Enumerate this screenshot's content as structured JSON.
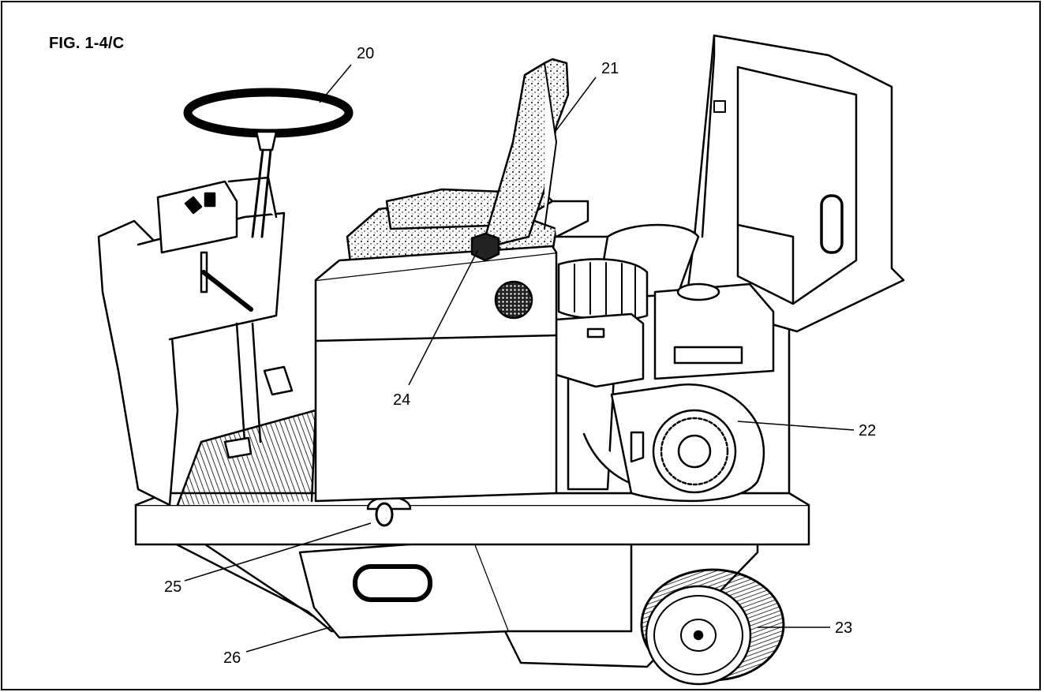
{
  "figure": {
    "title": "FIG. 1-4/C",
    "callouts": [
      "20",
      "21",
      "22",
      "23",
      "24",
      "25",
      "26"
    ]
  },
  "colors": {
    "ink": "#000000",
    "paper": "#ffffff",
    "stipple": "#555555"
  },
  "parts": {
    "steering_wheel": "20",
    "seat": "21",
    "engine": "22",
    "rear_wheel": "23",
    "fuel_cap": "24",
    "hopper_latch": "25",
    "hopper": "26"
  }
}
